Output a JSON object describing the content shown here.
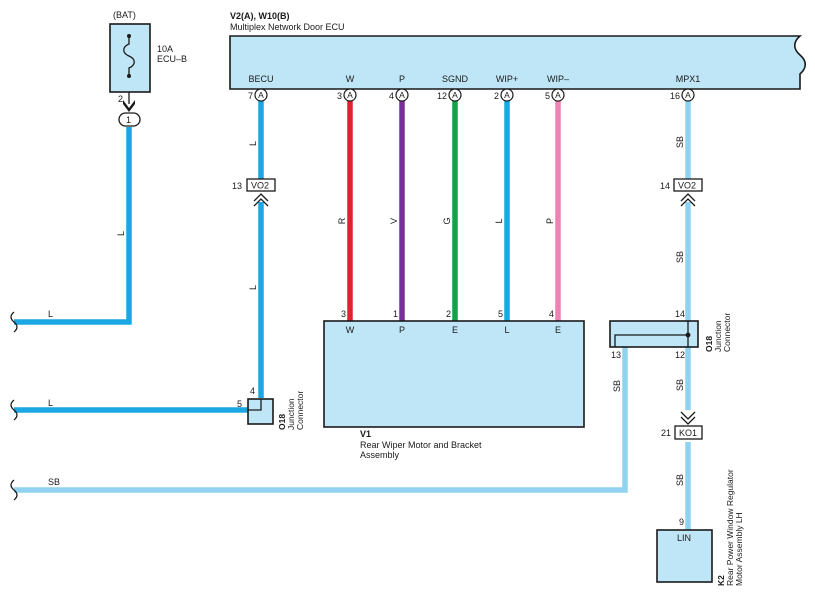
{
  "colors": {
    "blue_L": "#1aa7e3",
    "sky_SB": "#8fd3f0",
    "red_R": "#e2202f",
    "violet_V": "#7a2f96",
    "green_G": "#15a04a",
    "pink_P": "#ee82b4",
    "box_fill": "#bfe6f7",
    "outline": "#1a1a1a"
  },
  "fuse": {
    "source": "(BAT)",
    "rating": "10A",
    "name": "ECU–B",
    "out_pin": "2",
    "connector_num": "1"
  },
  "ecu": {
    "code": "V2(A), W10(B)",
    "name": "Multiplex Network Door ECU",
    "conn_letter": "A",
    "pins": [
      {
        "label": "BECU",
        "num": "7"
      },
      {
        "label": "W",
        "num": "3"
      },
      {
        "label": "P",
        "num": "4"
      },
      {
        "label": "SGND",
        "num": "12"
      },
      {
        "label": "WIP+",
        "num": "2"
      },
      {
        "label": "WIP–",
        "num": "5"
      },
      {
        "label": "MPX1",
        "num": "16"
      }
    ]
  },
  "wiper": {
    "code": "V1",
    "name_line1": "Rear Wiper Motor and Bracket",
    "name_line2": "Assembly",
    "pins": [
      {
        "num": "3",
        "label": "W",
        "wire": "R"
      },
      {
        "num": "1",
        "label": "P",
        "wire": "V"
      },
      {
        "num": "2",
        "label": "E",
        "wire": "G"
      },
      {
        "num": "5",
        "label": "L",
        "wire": "L"
      },
      {
        "num": "4",
        "label": "E",
        "wire": "P"
      }
    ]
  },
  "vo2_left": {
    "pin": "13",
    "name": "VO2"
  },
  "vo2_right": {
    "pin": "14",
    "name": "VO2"
  },
  "ko1": {
    "pin": "21",
    "name": "KO1"
  },
  "jc_left": {
    "code": "O18",
    "line1": "Junction",
    "line2": "Connector",
    "pin_top": "4",
    "pin_left": "5"
  },
  "jc_right": {
    "code": "O18",
    "line1": "Junction",
    "line2": "Connector",
    "pin_top": "14",
    "pin_left": "13",
    "pin_bottom": "12"
  },
  "regulator": {
    "code": "K2",
    "line1": "Rear Power Window Regulator",
    "line2": "Motor Assembly LH",
    "pin": "9",
    "label": "LIN"
  },
  "wire_labels": {
    "fuse_wire": "L",
    "left_top": "L",
    "becu_upper": "L",
    "becu_lower": "L",
    "left_mid": "L",
    "left_bottom": "SB",
    "mpx_upper": "SB",
    "mpx_lower": "SB",
    "jc_to_left": "SB",
    "jc_down": "SB",
    "ko1_down": "SB"
  }
}
